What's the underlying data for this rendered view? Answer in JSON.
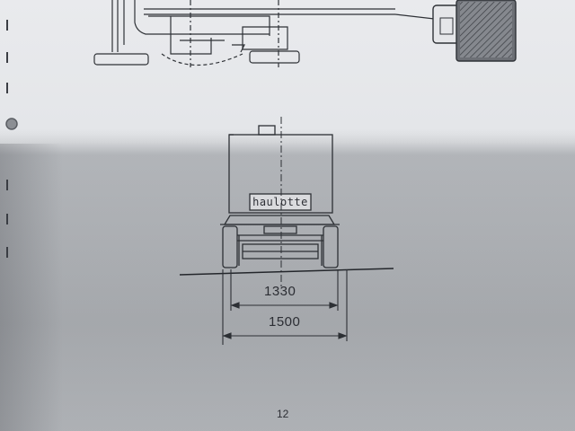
{
  "document": {
    "brand_label": "haulotte",
    "dimensions": {
      "inner_width": "1330",
      "outer_width": "1500"
    },
    "page_number": "12"
  }
}
